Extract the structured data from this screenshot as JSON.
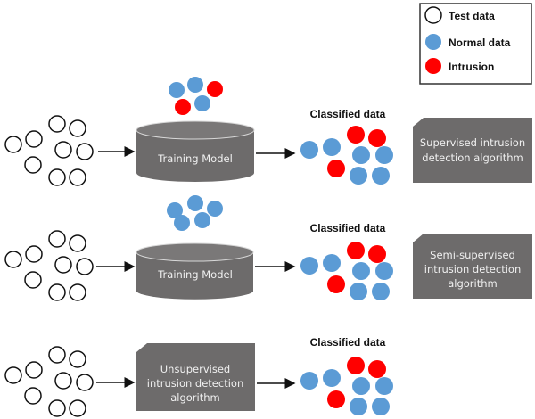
{
  "legend": {
    "items": [
      {
        "label": "Test data",
        "kind": "test"
      },
      {
        "label": "Normal data",
        "kind": "normal"
      },
      {
        "label": "Intrusion",
        "kind": "intrusion"
      }
    ]
  },
  "colors": {
    "normal": "#5b9bd5",
    "intrusion": "#ff0000",
    "test_stroke": "#111111",
    "model_fill": "#6d6b6b",
    "box_fill": "#6d6b6b",
    "box_text": "#f0f0f0"
  },
  "rows": [
    {
      "model_label": "Training Model",
      "classified_label": "Classified data",
      "algorithm_lines": [
        "Supervised intrusion",
        "detection algorithm"
      ]
    },
    {
      "model_label": "Training Model",
      "classified_label": "Classified data",
      "algorithm_lines": [
        "Semi-supervised",
        "intrusion detection",
        "algorithm"
      ]
    },
    {
      "model_label_lines": [
        "Unsupervised",
        "intrusion detection",
        "algorithm"
      ],
      "classified_label": "Classified data"
    }
  ]
}
